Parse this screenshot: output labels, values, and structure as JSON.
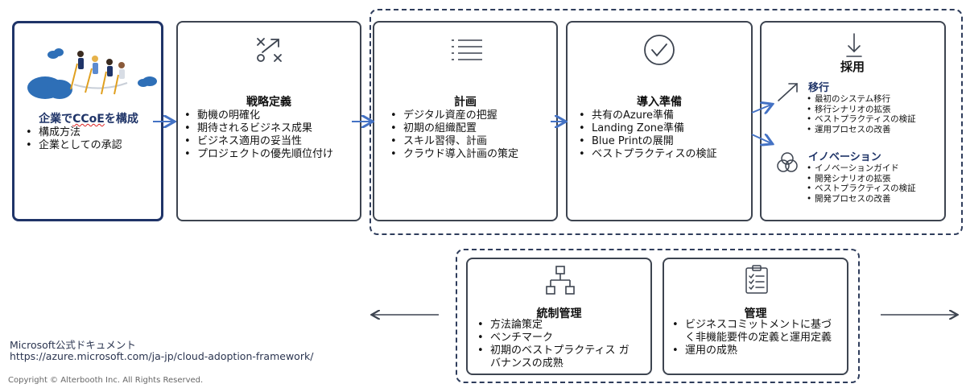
{
  "colors": {
    "navy": "#1f3468",
    "arrow_blue": "#4472c4",
    "box_border": "#3d4450",
    "cloud_blue": "#2e6fb7"
  },
  "box1": {
    "title_prefix": "企業で",
    "title_underlined": "CCoE",
    "title_suffix": "を構成",
    "items": [
      "構成方法",
      "企業としての承認"
    ]
  },
  "box2": {
    "icon": "strategy-icon",
    "title": "戦略定義",
    "items": [
      "動機の明確化",
      "期待されるビジネス成果",
      "ビジネス適用の妥当性",
      "プロジェクトの優先順位付け"
    ]
  },
  "box3": {
    "icon": "list-icon",
    "title": "計画",
    "items": [
      "デジタル資産の把握",
      "初期の組織配置",
      "スキル習得、計画",
      "クラウド導入計画の策定"
    ]
  },
  "box4": {
    "icon": "checkmark-icon",
    "title": "導入準備",
    "items": [
      "共有のAzure準備",
      "Landing Zone準備",
      "Blue Printの展開",
      "ベストプラクティスの検証"
    ]
  },
  "box5": {
    "icon": "download-arrow-icon",
    "title": "採用",
    "migration": {
      "icon": "trend-arrow-icon",
      "title": "移行",
      "items": [
        "最初のシステム移行",
        "移行シナリオの拡張",
        "ベストプラクティスの検証",
        "運用プロセスの改善"
      ]
    },
    "innovation": {
      "icon": "venn-icon",
      "title": "イノベーション",
      "items": [
        "イノベーションガイド",
        "開発シナリオの拡張",
        "ベストプラクティスの検証",
        "開発プロセスの改善"
      ]
    }
  },
  "box6": {
    "icon": "hierarchy-icon",
    "title": "統制管理",
    "items": [
      "方法論策定",
      "ベンチマーク",
      "初期のベストプラクティス ガバナンスの成熟"
    ]
  },
  "box7": {
    "icon": "clipboard-icon",
    "title": "管理",
    "items": [
      "ビジネスコミットメントに基づく非機能要件の定義と運用定義",
      "運用の成熟"
    ]
  },
  "reference": {
    "label": "Microsoft公式ドキュメント",
    "url": "https://azure.microsoft.com/ja-jp/cloud-adoption-framework/"
  },
  "copyright": "Copyright © Alterbooth Inc. All Rights Reserved."
}
